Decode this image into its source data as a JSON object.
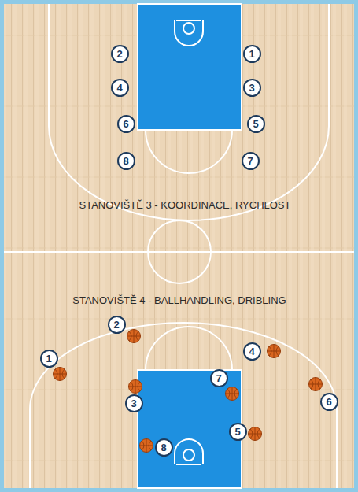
{
  "diagram": {
    "nodes": [
      {
        "text": [
          "2"
        ]
      },
      {
        "text": [
          "1"
        ]
      },
      {
        "text": [
          "4"
        ]
      },
      {
        "text": [
          "3"
        ]
      },
      {
        "text": [
          "6"
        ]
      },
      {
        "text": [
          "5"
        ]
      },
      {
        "text": [
          "8"
        ]
      },
      {
        "text": [
          "7"
        ]
      },
      {
        "text": [
          "2"
        ]
      },
      {
        "text": [
          "1"
        ]
      },
      {
        "text": [
          "4"
        ]
      },
      {
        "text": [
          "7"
        ]
      },
      {
        "text": [
          "3"
        ]
      },
      {
        "text": [
          "6"
        ]
      },
      {
        "text": [
          "5"
        ]
      },
      {
        "text": [
          "8"
        ]
      }
    ],
    "labels": [
      "STANOVIŠTĚ 3 - KOORDINACE, RYCHLOST",
      "STANOVIŠTĚ 4 - BALLHANDLING, DRIBLING"
    ]
  }
}
